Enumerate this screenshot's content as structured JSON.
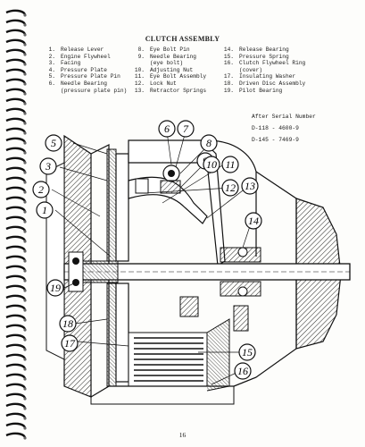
{
  "title": "CLUTCH ASSEMBLY",
  "legend": {
    "col1": [
      {
        "num": "1.",
        "label": "Release Lever"
      },
      {
        "num": "2.",
        "label": "Engine Flywheel"
      },
      {
        "num": "3.",
        "label": "Facing"
      },
      {
        "num": "4.",
        "label": "Pressure Plate"
      },
      {
        "num": "5.",
        "label": "Pressure Plate Pin"
      },
      {
        "num": "6.",
        "label": "Needle Bearing"
      },
      {
        "num": "",
        "label": "(pressure plate pin)"
      }
    ],
    "col2": [
      {
        "num": "8.",
        "label": "Eye Bolt Pin"
      },
      {
        "num": "9.",
        "label": "Needle Bearing"
      },
      {
        "num": "",
        "label": "(eye bolt)"
      },
      {
        "num": "10.",
        "label": "Adjusting Nut"
      },
      {
        "num": "11.",
        "label": "Eye Bolt Assembly"
      },
      {
        "num": "12.",
        "label": "Lock Nut"
      },
      {
        "num": "13.",
        "label": "Retractor Springs"
      }
    ],
    "col3": [
      {
        "num": "14.",
        "label": "Release Bearing"
      },
      {
        "num": "15.",
        "label": "Pressure Spring"
      },
      {
        "num": "16.",
        "label": "Clutch Flywheel Ring"
      },
      {
        "num": "",
        "label": "(cover)"
      },
      {
        "num": "17.",
        "label": "Insulating Washer"
      },
      {
        "num": "18.",
        "label": "Driven Disc Assembly"
      },
      {
        "num": "19.",
        "label": "Pilot Bearing"
      }
    ]
  },
  "serial": {
    "heading": "After Serial Number",
    "lines": [
      "D-118 - 4600-9",
      "D-145 - 7469-9"
    ]
  },
  "callouts": [
    "1",
    "2",
    "3",
    "5",
    "6",
    "7",
    "8",
    "9",
    "10",
    "11",
    "12",
    "13",
    "14",
    "15",
    "16",
    "17",
    "18",
    "19"
  ],
  "page_number": "16"
}
